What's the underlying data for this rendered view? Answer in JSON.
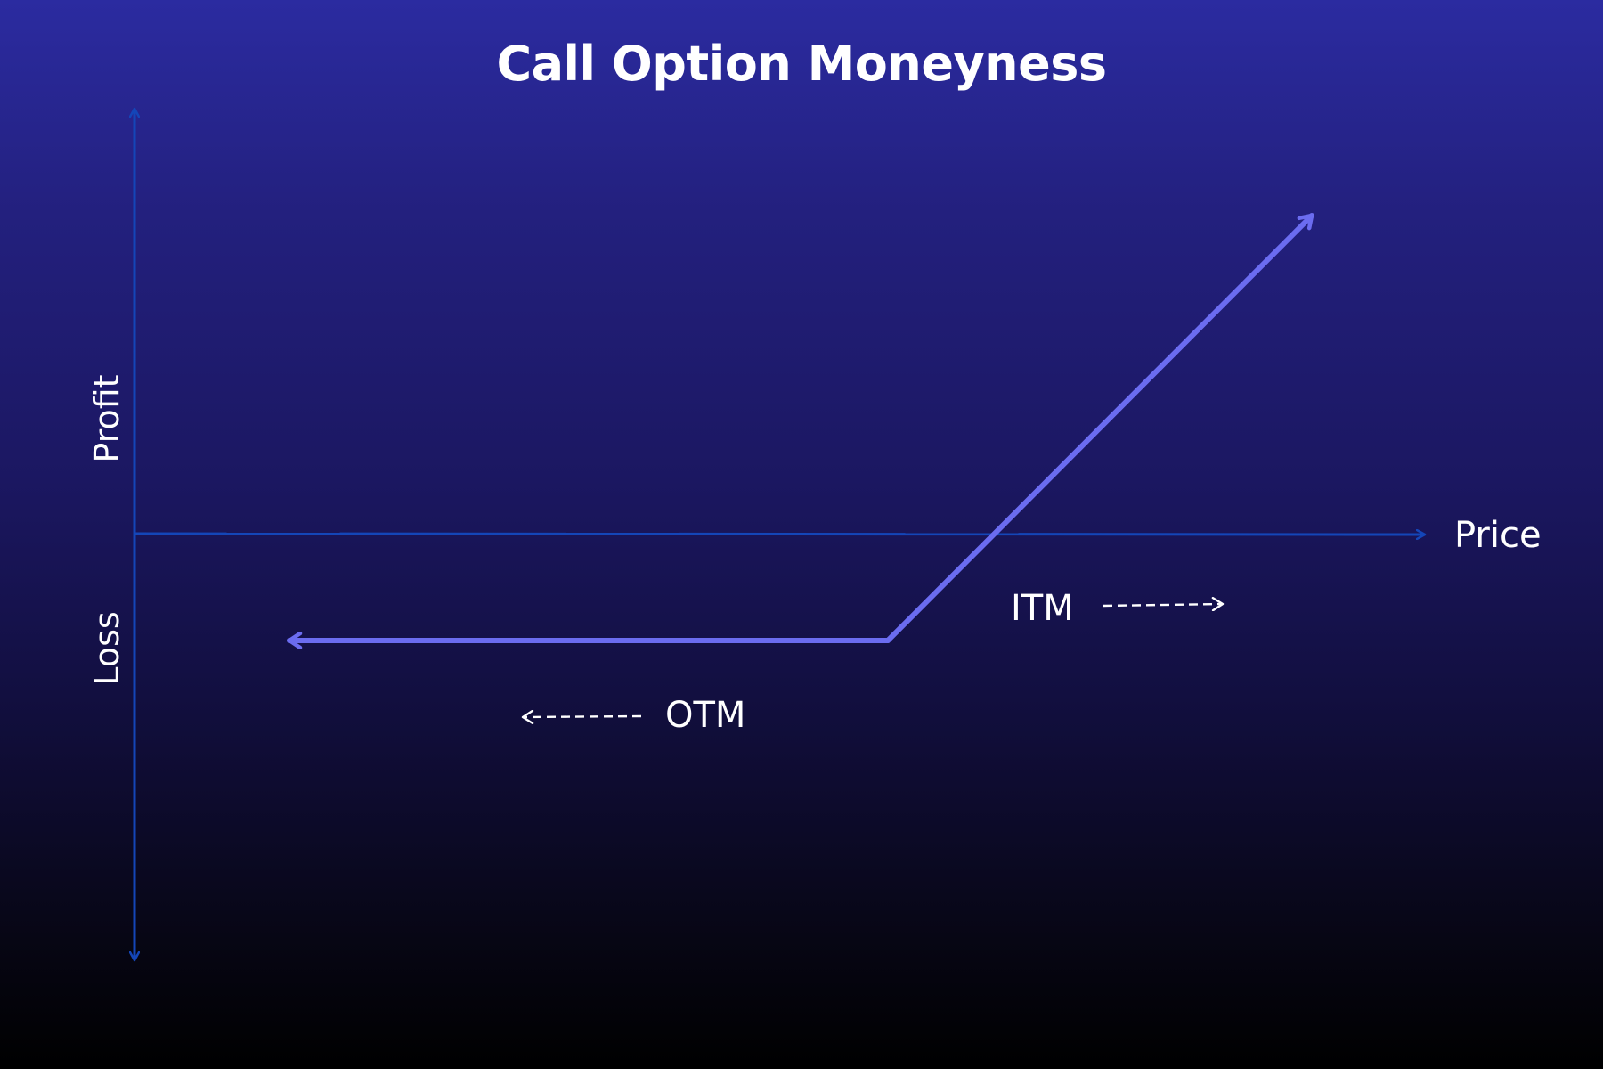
{
  "diagram": {
    "title": "Call Option Moneyness",
    "y_axis": {
      "upper_label": "Profit",
      "lower_label": "Loss"
    },
    "x_axis": {
      "label": "Price"
    },
    "annotations": {
      "itm": "ITM",
      "otm": "OTM"
    },
    "colors": {
      "axis": "#1446b8",
      "payoff_line": "#6b6cf0",
      "text": "#ffffff",
      "background_top": "#2b2ba0",
      "background_bottom": "#000000"
    }
  }
}
